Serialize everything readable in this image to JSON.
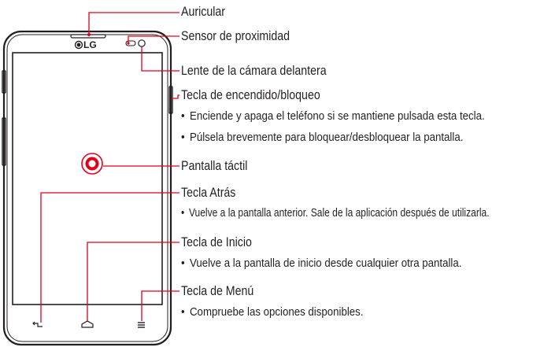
{
  "brand": {
    "logo_text": "LG"
  },
  "callouts": {
    "auricular": {
      "title": "Auricular"
    },
    "sensor": {
      "title": "Sensor de proximidad"
    },
    "camara": {
      "title": "Lente de la cámara delantera"
    },
    "encendido": {
      "title": "Tecla de encendido/bloqueo",
      "bullets": [
        "Enciende y apaga el teléfono si se mantiene pulsada esta tecla.",
        "Púlsela brevemente para bloquear/desbloquear la pantalla."
      ]
    },
    "pantalla": {
      "title": "Pantalla táctil"
    },
    "atras": {
      "title": "Tecla Atrás",
      "bullets": [
        "Vuelve a la pantalla anterior. Sale de la aplicación después de utilizarla."
      ]
    },
    "inicio": {
      "title": "Tecla de Inicio",
      "bullets": [
        "Vuelve a la pantalla de inicio desde cualquier otra pantalla."
      ]
    },
    "menu": {
      "title": "Tecla de Menú",
      "bullets": [
        "Compruebe las opciones disponibles."
      ]
    }
  },
  "colors": {
    "outline": "#231f20",
    "accent": "#e2001a",
    "text": "#231f20"
  }
}
